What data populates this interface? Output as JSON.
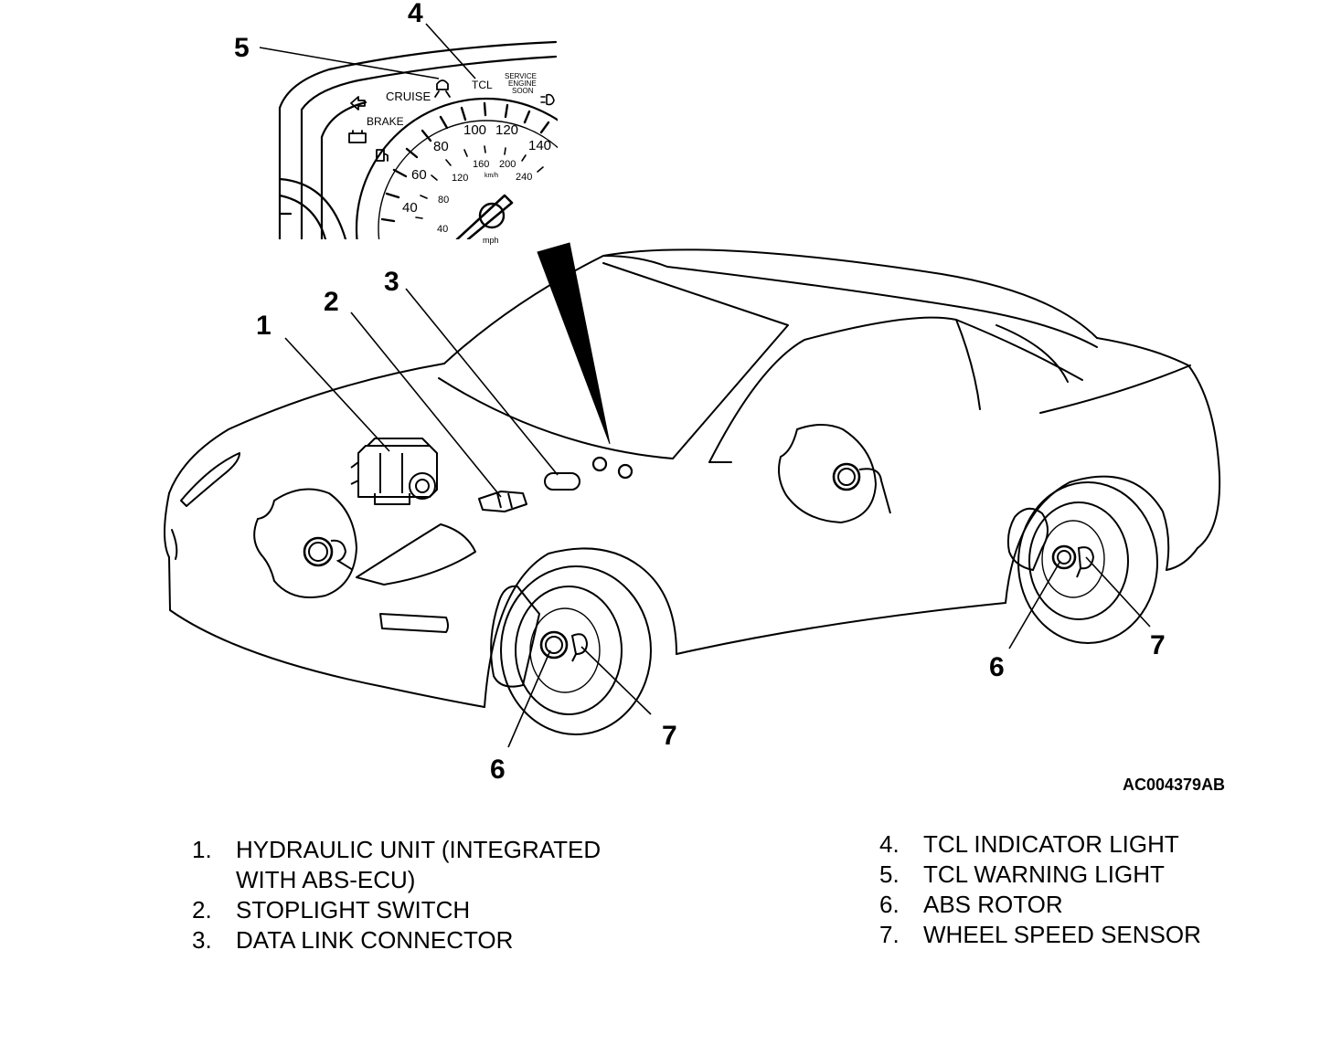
{
  "gauge": {
    "indicators": [
      "CRUISE",
      "BRAKE",
      "TCL"
    ],
    "service_engine_soon": [
      "SERVICE",
      "ENGINE",
      "SOON"
    ],
    "mph_ticks": [
      "40",
      "60",
      "80",
      "100",
      "120",
      "140"
    ],
    "kmh_ticks": [
      "40",
      "80",
      "120",
      "160",
      "200",
      "240"
    ],
    "kmh_unit": "km/h",
    "mph_unit": "mph"
  },
  "callouts": [
    "1",
    "2",
    "3",
    "4",
    "5",
    "6",
    "7",
    "6",
    "7"
  ],
  "reference_code": "AC004379AB",
  "legend": {
    "left": [
      {
        "num": "1.",
        "text": "HYDRAULIC UNIT (INTEGRATED\nWITH ABS-ECU)"
      },
      {
        "num": "2.",
        "text": "STOPLIGHT SWITCH"
      },
      {
        "num": "3.",
        "text": "DATA LINK CONNECTOR"
      }
    ],
    "right": [
      {
        "num": "4.",
        "text": "TCL INDICATOR LIGHT"
      },
      {
        "num": "5.",
        "text": "TCL WARNING LIGHT"
      },
      {
        "num": "6.",
        "text": "ABS ROTOR"
      },
      {
        "num": "7.",
        "text": "WHEEL SPEED SENSOR"
      }
    ]
  }
}
